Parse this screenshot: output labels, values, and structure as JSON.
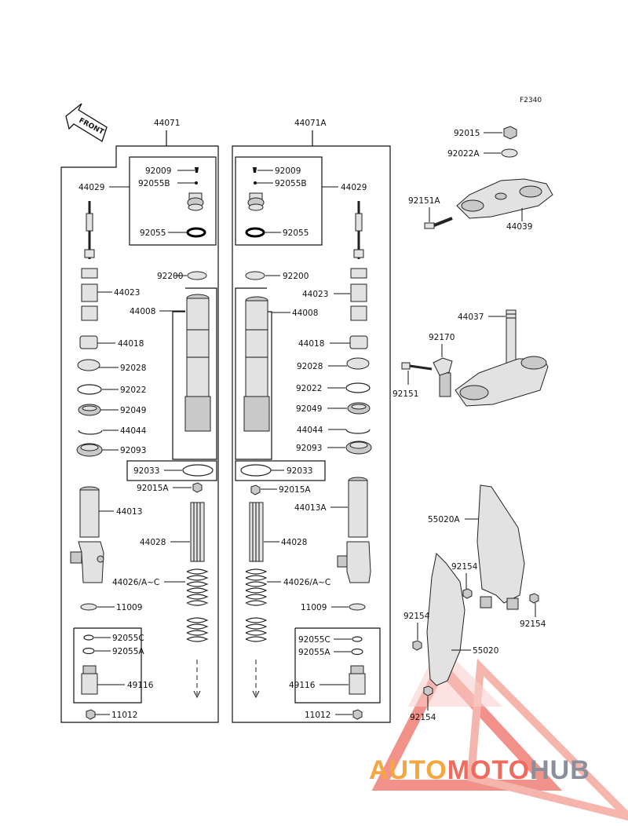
{
  "figure_code": "F2340",
  "front_label": "FRONT",
  "left_assembly": {
    "assembly": "44071",
    "labels": {
      "p44029": "44029",
      "p92009": "92009",
      "p92055B": "92055B",
      "p92055": "92055",
      "p92200": "92200",
      "p44023": "44023",
      "p44008": "44008",
      "p44018": "44018",
      "p92028": "92028",
      "p92022": "92022",
      "p92049": "92049",
      "p44044": "44044",
      "p92093": "92093",
      "p92033": "92033",
      "p92015A": "92015A",
      "p44013": "44013",
      "p44028": "44028",
      "p44026": "44026/A~C",
      "p11009": "11009",
      "p92055C": "92055C",
      "p92055A": "92055A",
      "p49116": "49116",
      "p11012": "11012"
    }
  },
  "right_assembly": {
    "assembly": "44071A",
    "labels": {
      "p44029": "44029",
      "p92009": "92009",
      "p92055B": "92055B",
      "p92055": "92055",
      "p92200": "92200",
      "p44023": "44023",
      "p44008": "44008",
      "p44018": "44018",
      "p92028": "92028",
      "p92022": "92022",
      "p92049": "92049",
      "p44044": "44044",
      "p92093": "92093",
      "p92033": "92033",
      "p92015A": "92015A",
      "p44013A": "44013A",
      "p44028": "44028",
      "p44026": "44026/A~C",
      "p11009": "11009",
      "p92055C": "92055C",
      "p92055A": "92055A",
      "p49116": "49116",
      "p11012": "11012"
    }
  },
  "triple_clamp": {
    "p92015": "92015",
    "p92022A": "92022A",
    "p92151A": "92151A",
    "p44039": "44039",
    "p44037": "44037",
    "p92170": "92170",
    "p92151": "92151"
  },
  "guards": {
    "p55020A": "55020A",
    "p92154_a": "92154",
    "p92154_b": "92154",
    "p92154_c": "92154",
    "p92154_d": "92154",
    "p55020": "55020"
  },
  "watermark": {
    "part1": "AUTO",
    "part2": "MOTO",
    "part3": "HUB"
  }
}
